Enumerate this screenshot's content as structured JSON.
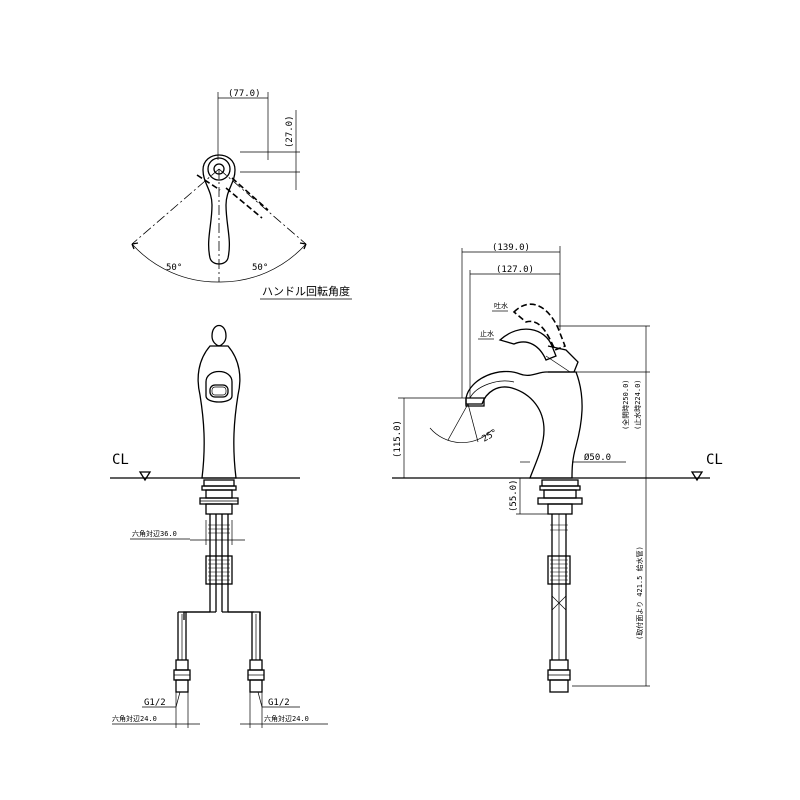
{
  "top_view": {
    "dim_width": "(77.0)",
    "dim_offset": "(27.0)",
    "angle_left": "50°",
    "angle_right": "50°",
    "caption": "ハンドル回転角度"
  },
  "front_view": {
    "cl_label": "CL",
    "hex_nut": "六角対辺36.0",
    "thread_left": "G1/2",
    "thread_right": "G1/2",
    "hex_left": "六角対辺24.0",
    "hex_right": "六角対辺24.0"
  },
  "side_view": {
    "cl_label": "CL",
    "dim_139": "(139.0)",
    "dim_127": "(127.0)",
    "label_spout": "吐水",
    "label_stop": "止水",
    "dim_115": "(115.0)",
    "angle_25": "25°",
    "dim_d50": "Ø50.0",
    "dim_55": "(55.0)",
    "dim_full_open": "(全開時250.0)",
    "dim_stop": "(止水時224.0)",
    "dim_hose": "(取付面より 421.5 給水管)"
  }
}
